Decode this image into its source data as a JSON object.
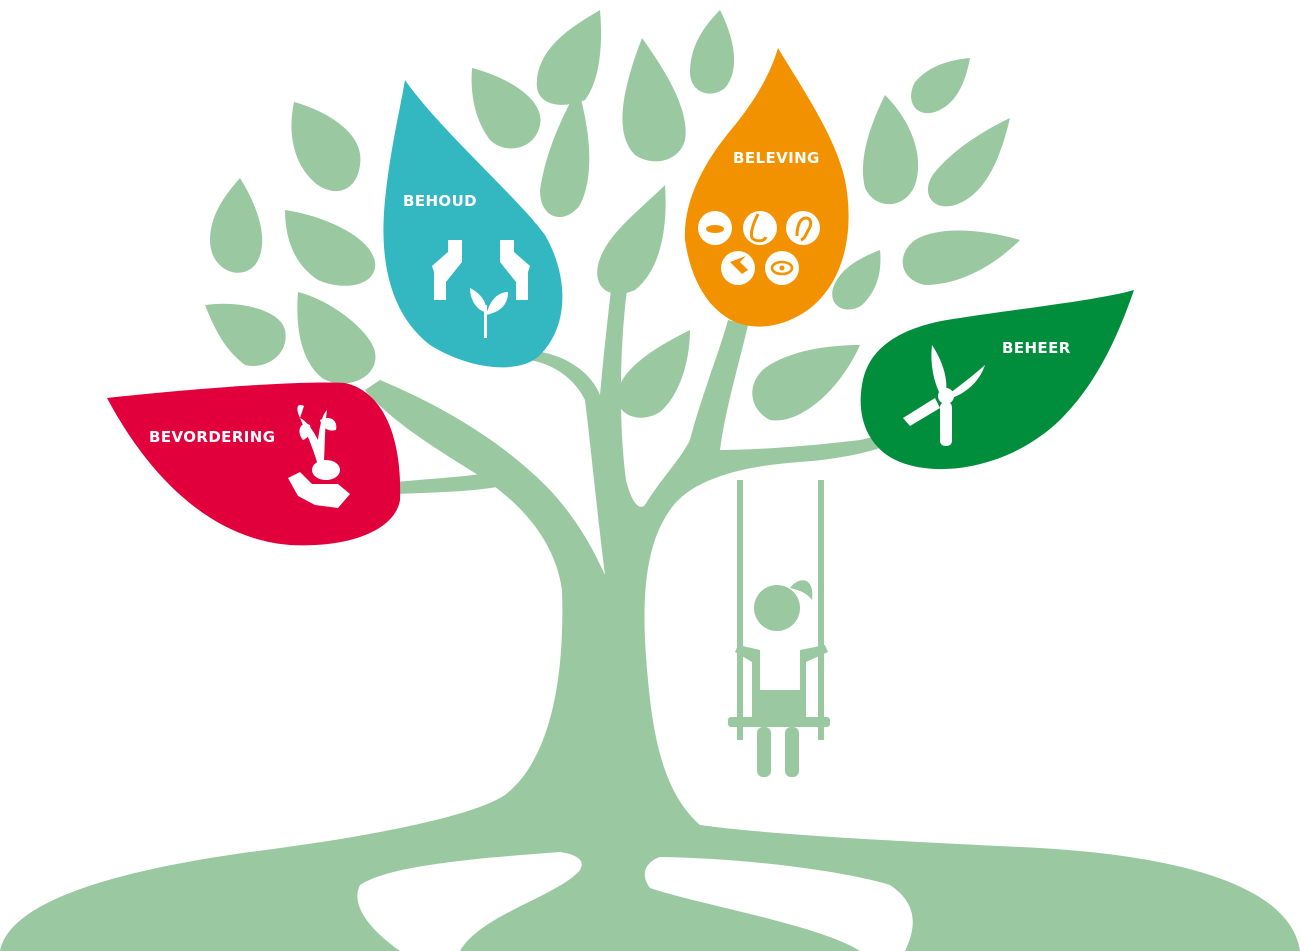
{
  "colors": {
    "tree": "#9ac8a0",
    "background": "#ffffff",
    "icon": "#ffffff",
    "bevordering": "#e2003c",
    "behoud": "#33b7c0",
    "beleving": "#f39200",
    "beheer": "#008d3c"
  },
  "leaves": {
    "bevordering": {
      "label": "BEVORDERING",
      "icon": "hand-holding-seedling-icon"
    },
    "behoud": {
      "label": "BEHOUD",
      "icon": "hands-protecting-plant-icon"
    },
    "beleving": {
      "label": "BELEVING",
      "icons": [
        "mouth-icon",
        "nose-icon",
        "ear-icon",
        "touch-hand-icon",
        "eye-icon"
      ]
    },
    "beheer": {
      "label": "BEHEER",
      "icon": "pruning-shears-icon"
    }
  },
  "figure": {
    "icon": "girl-on-swing-icon"
  }
}
